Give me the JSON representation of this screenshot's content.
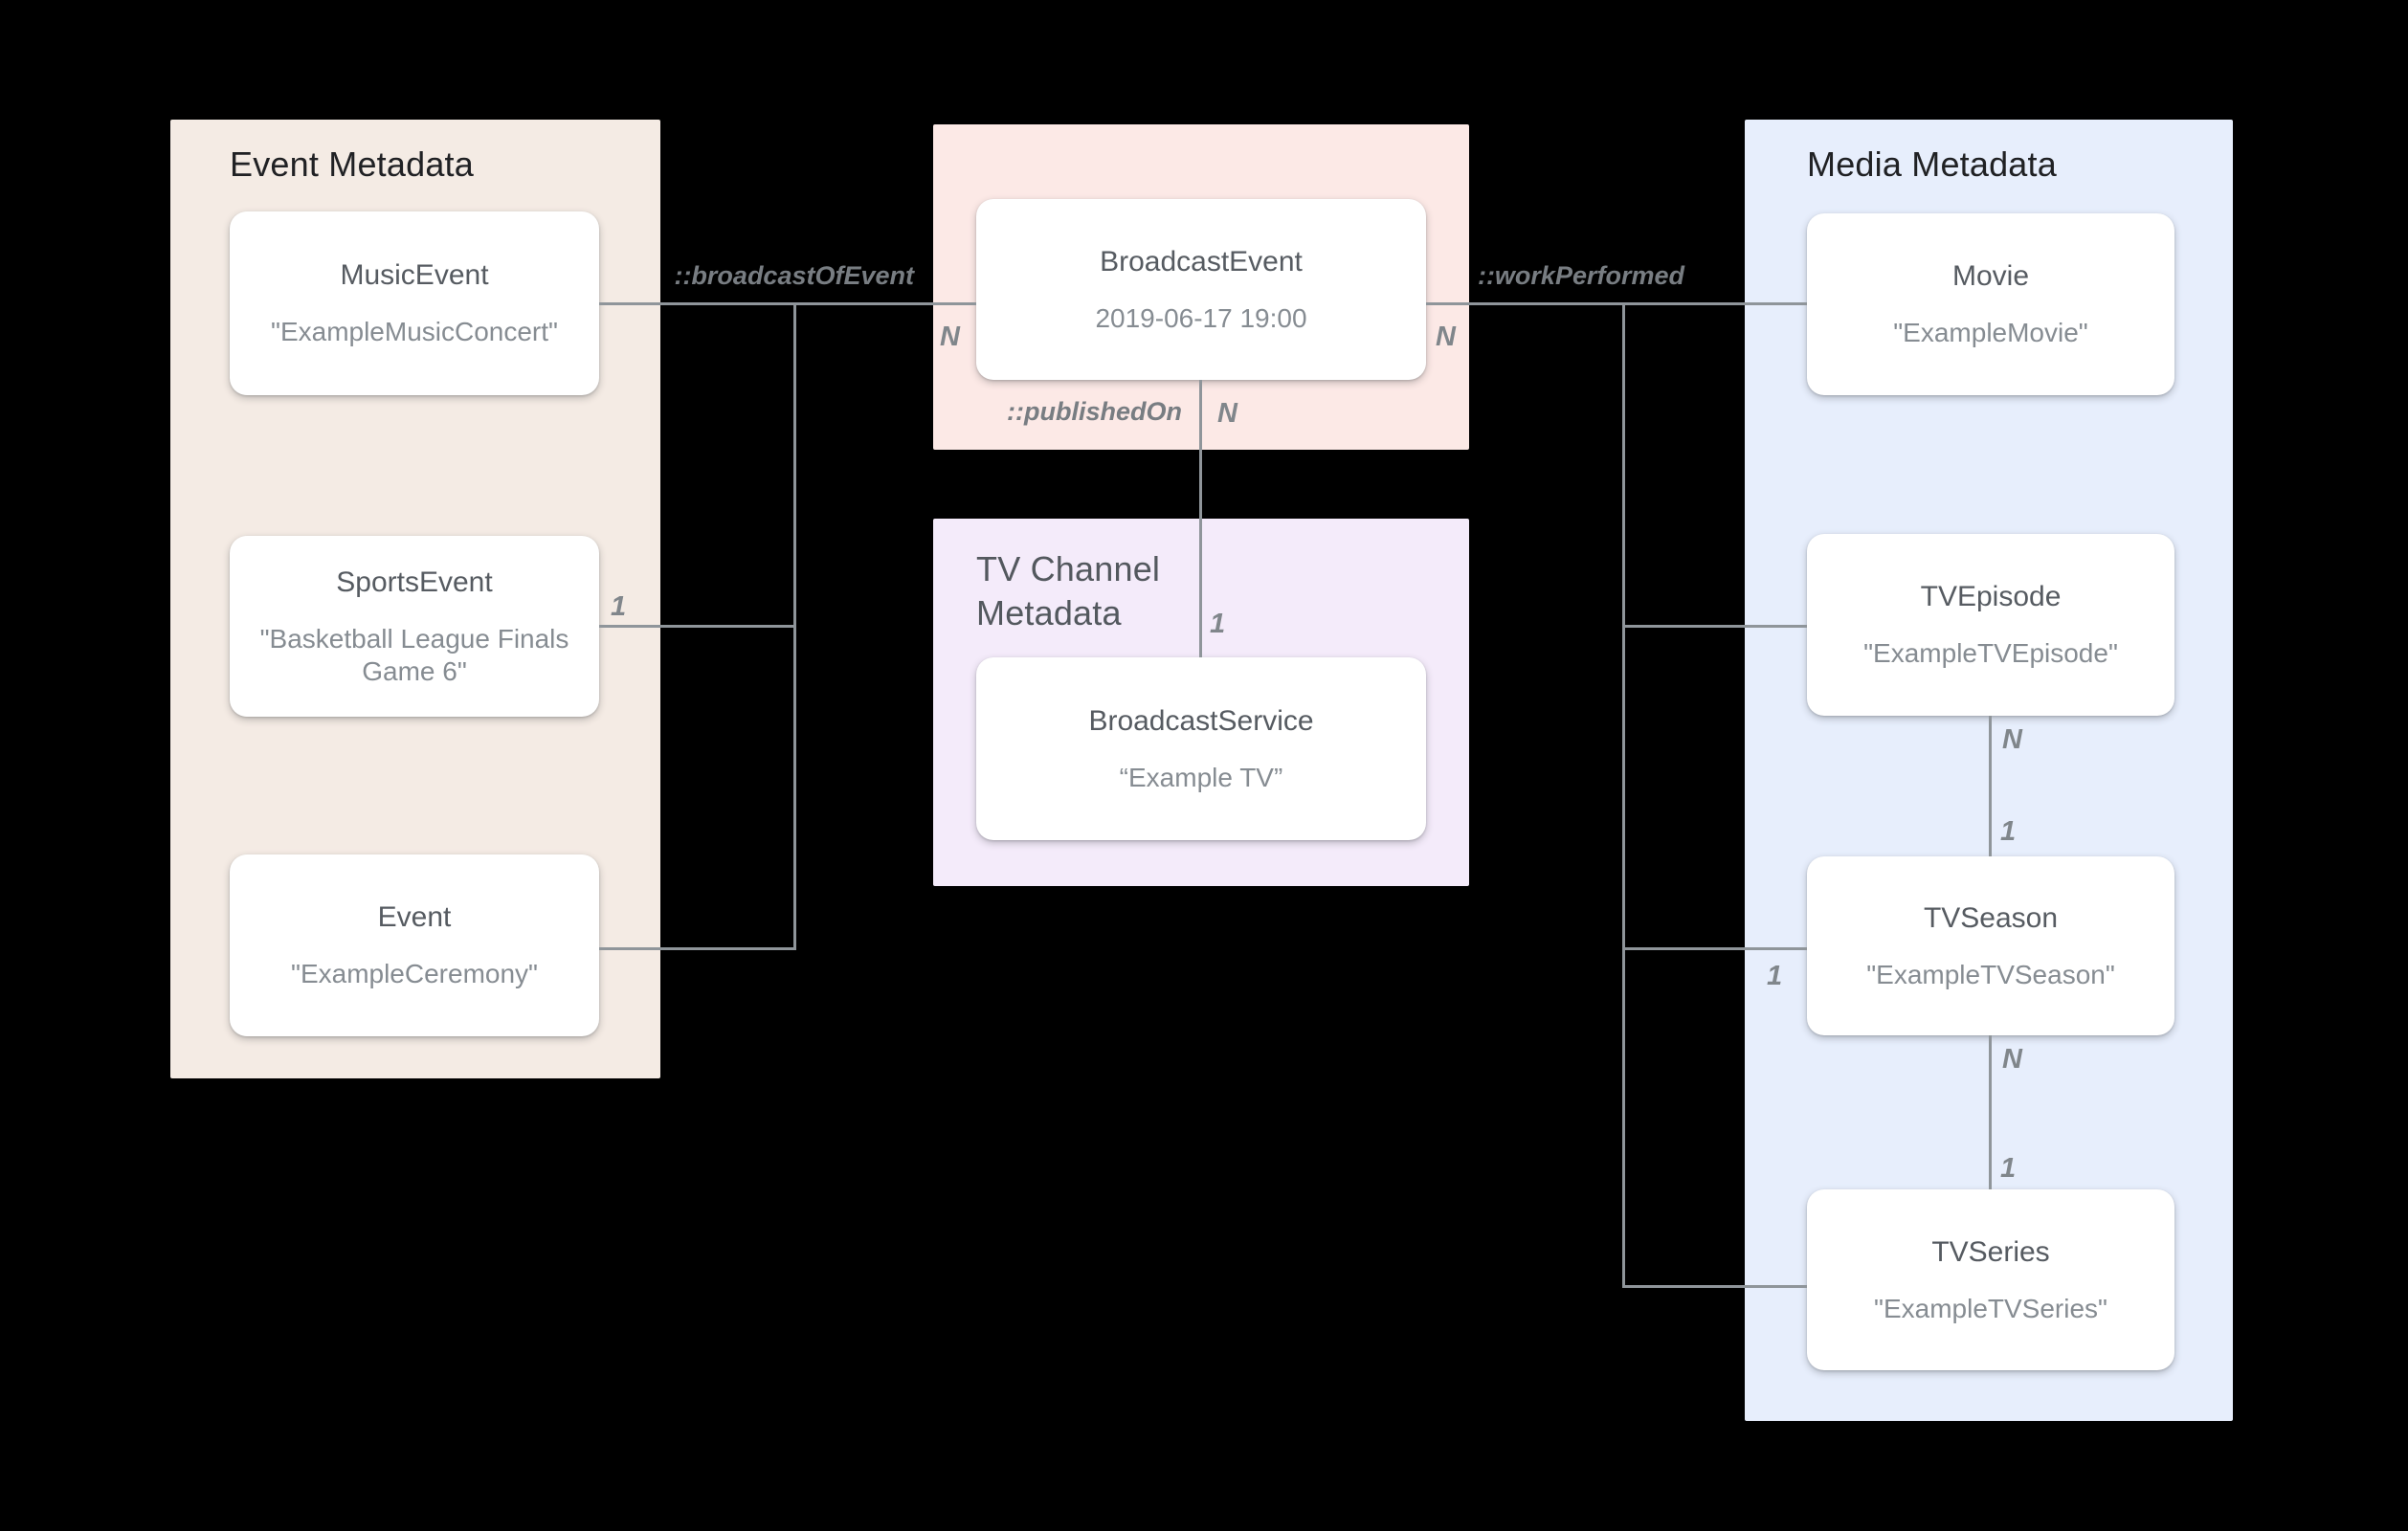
{
  "diagram": {
    "panels": {
      "event": {
        "title": "Event Metadata"
      },
      "tv_channel": {
        "title": "TV Channel Metadata"
      },
      "media": {
        "title": "Media Metadata"
      }
    },
    "nodes": {
      "music_event": {
        "title": "MusicEvent",
        "subtitle": "\"ExampleMusicConcert\""
      },
      "sports_event": {
        "title": "SportsEvent",
        "subtitle": "\"Basketball League Finals Game 6\""
      },
      "event": {
        "title": "Event",
        "subtitle": "\"ExampleCeremony\""
      },
      "broadcast_event": {
        "title": "BroadcastEvent",
        "subtitle": "2019-06-17 19:00"
      },
      "broadcast_service": {
        "title": "BroadcastService",
        "subtitle": "“Example TV”"
      },
      "movie": {
        "title": "Movie",
        "subtitle": "\"ExampleMovie\""
      },
      "tv_episode": {
        "title": "TVEpisode",
        "subtitle": "\"ExampleTVEpisode\""
      },
      "tv_season": {
        "title": "TVSeason",
        "subtitle": "\"ExampleTVSeason\""
      },
      "tv_series": {
        "title": "TVSeries",
        "subtitle": "\"ExampleTVSeries\""
      }
    },
    "edge_labels": {
      "broadcast_of_event": "::broadcastOfEvent",
      "work_performed": "::workPerformed",
      "published_on": "::publishedOn"
    },
    "cardinalities": {
      "broadcast_left_n": "N",
      "broadcast_right_n": "N",
      "published_on_n": "N",
      "published_on_1": "1",
      "sports_event_1": "1",
      "tv_season_1": "1",
      "episode_season_n": "N",
      "episode_season_1": "1",
      "season_series_n": "N",
      "season_series_1": "1"
    },
    "colors": {
      "background": "#000000",
      "event_panel": "#F4EBE4",
      "broadcast_panel": "#FCE9E6",
      "tv_channel_panel": "#F4EBFA",
      "media_panel": "#E7EEFC",
      "card": "#FFFFFF",
      "connector": "#8F959A"
    }
  }
}
